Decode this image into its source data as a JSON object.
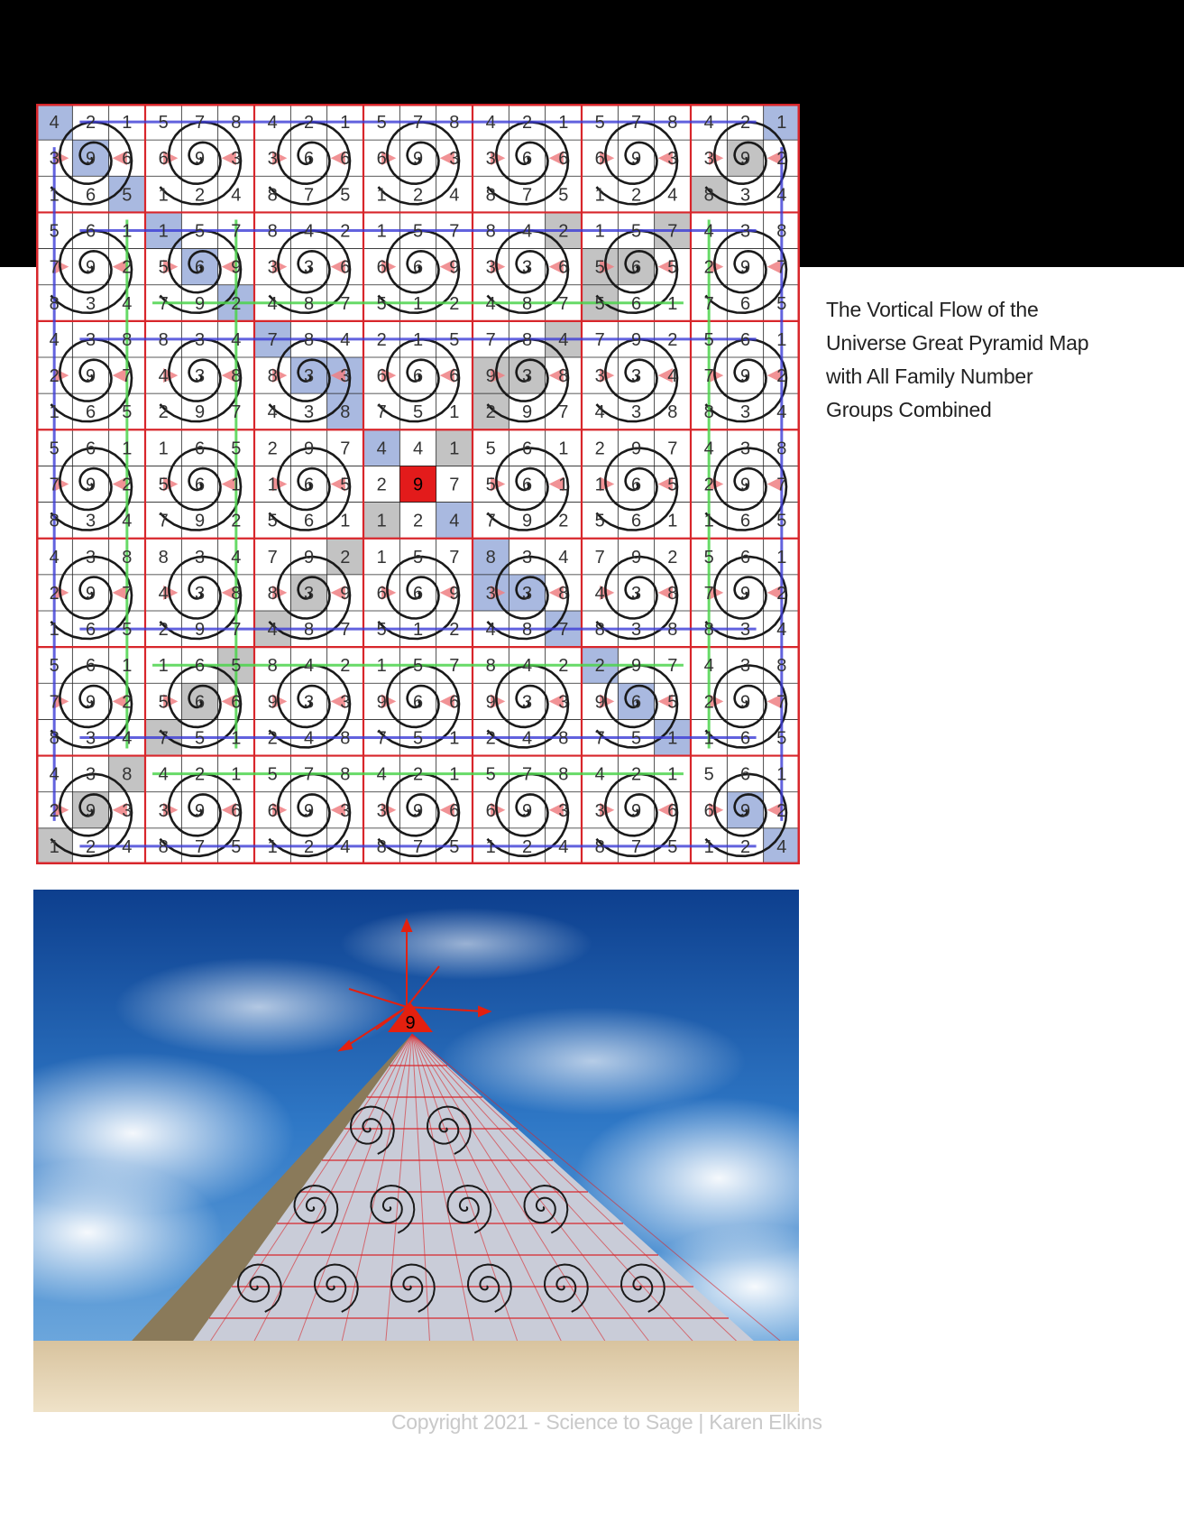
{
  "caption": {
    "lines": [
      "The Vortical Flow of the",
      "Universe Great Pyramid Map",
      "with All Family Number",
      "Groups Combined"
    ]
  },
  "copyright": "Copyright 2021 - Science to Sage | Karen Elkins",
  "grid_map": {
    "size": 21,
    "center_number": "9",
    "cells": [
      [
        "4",
        "2",
        "1",
        "5",
        "7",
        "8",
        "4",
        "2",
        "1",
        "5",
        "7",
        "8",
        "4",
        "2",
        "1",
        "5",
        "7",
        "8",
        "4",
        "2",
        "1"
      ],
      [
        "3",
        "9",
        "6",
        "6",
        "9",
        "3",
        "3",
        "6",
        "6",
        "6",
        "9",
        "3",
        "3",
        "6",
        "6",
        "6",
        "9",
        "3",
        "3",
        "9",
        "2"
      ],
      [
        "1",
        "6",
        "5",
        "1",
        "2",
        "4",
        "8",
        "7",
        "5",
        "1",
        "2",
        "4",
        "8",
        "7",
        "5",
        "1",
        "2",
        "4",
        "8",
        "3",
        "4"
      ],
      [
        "5",
        "6",
        "1",
        "1",
        "5",
        "7",
        "8",
        "4",
        "2",
        "1",
        "5",
        "7",
        "8",
        "4",
        "2",
        "1",
        "5",
        "7",
        "4",
        "3",
        "8"
      ],
      [
        "7",
        "9",
        "2",
        "5",
        "6",
        "9",
        "3",
        "3",
        "6",
        "6",
        "6",
        "9",
        "3",
        "3",
        "6",
        "5",
        "6",
        "5",
        "2",
        "9",
        "7"
      ],
      [
        "8",
        "3",
        "4",
        "7",
        "9",
        "2",
        "4",
        "8",
        "7",
        "5",
        "1",
        "2",
        "4",
        "8",
        "7",
        "5",
        "6",
        "1",
        "7",
        "6",
        "5"
      ],
      [
        "4",
        "3",
        "8",
        "8",
        "3",
        "4",
        "7",
        "8",
        "4",
        "2",
        "1",
        "5",
        "7",
        "8",
        "4",
        "7",
        "9",
        "2",
        "5",
        "6",
        "1"
      ],
      [
        "2",
        "9",
        "7",
        "4",
        "3",
        "8",
        "8",
        "3",
        "3",
        "6",
        "6",
        "6",
        "9",
        "3",
        "8",
        "3",
        "3",
        "4",
        "7",
        "9",
        "2"
      ],
      [
        "1",
        "6",
        "5",
        "2",
        "9",
        "7",
        "4",
        "3",
        "8",
        "7",
        "5",
        "1",
        "2",
        "9",
        "7",
        "4",
        "3",
        "8",
        "8",
        "3",
        "4"
      ],
      [
        "5",
        "6",
        "1",
        "1",
        "6",
        "5",
        "2",
        "9",
        "7",
        "4",
        "4",
        "1",
        "5",
        "6",
        "1",
        "2",
        "9",
        "7",
        "4",
        "3",
        "8"
      ],
      [
        "7",
        "9",
        "2",
        "5",
        "6",
        "1",
        "1",
        "6",
        "5",
        "2",
        "9",
        "7",
        "5",
        "6",
        "1",
        "1",
        "6",
        "5",
        "2",
        "9",
        "7"
      ],
      [
        "8",
        "3",
        "4",
        "7",
        "9",
        "2",
        "5",
        "6",
        "1",
        "1",
        "2",
        "4",
        "7",
        "9",
        "2",
        "5",
        "6",
        "1",
        "1",
        "6",
        "5"
      ],
      [
        "4",
        "3",
        "8",
        "8",
        "3",
        "4",
        "7",
        "9",
        "2",
        "1",
        "5",
        "7",
        "8",
        "3",
        "4",
        "7",
        "9",
        "2",
        "5",
        "6",
        "1"
      ],
      [
        "2",
        "9",
        "7",
        "4",
        "3",
        "8",
        "8",
        "3",
        "9",
        "6",
        "6",
        "9",
        "3",
        "3",
        "8",
        "4",
        "3",
        "8",
        "7",
        "9",
        "2"
      ],
      [
        "1",
        "6",
        "5",
        "2",
        "9",
        "7",
        "4",
        "8",
        "7",
        "5",
        "1",
        "2",
        "4",
        "8",
        "7",
        "8",
        "3",
        "8",
        "8",
        "3",
        "4"
      ],
      [
        "5",
        "6",
        "1",
        "1",
        "6",
        "5",
        "8",
        "4",
        "2",
        "1",
        "5",
        "7",
        "8",
        "4",
        "2",
        "2",
        "9",
        "7",
        "4",
        "3",
        "8"
      ],
      [
        "7",
        "9",
        "2",
        "5",
        "6",
        "6",
        "9",
        "3",
        "3",
        "9",
        "6",
        "6",
        "9",
        "3",
        "3",
        "9",
        "6",
        "5",
        "2",
        "9",
        "7"
      ],
      [
        "8",
        "3",
        "4",
        "7",
        "5",
        "1",
        "2",
        "4",
        "8",
        "7",
        "5",
        "1",
        "2",
        "4",
        "8",
        "7",
        "5",
        "1",
        "1",
        "6",
        "5"
      ],
      [
        "4",
        "3",
        "8",
        "4",
        "2",
        "1",
        "5",
        "7",
        "8",
        "4",
        "2",
        "1",
        "5",
        "7",
        "8",
        "4",
        "2",
        "1",
        "5",
        "6",
        "1"
      ],
      [
        "2",
        "9",
        "3",
        "3",
        "9",
        "6",
        "6",
        "9",
        "3",
        "3",
        "9",
        "6",
        "6",
        "9",
        "3",
        "3",
        "9",
        "6",
        "6",
        "9",
        "2"
      ],
      [
        "1",
        "2",
        "4",
        "8",
        "7",
        "5",
        "1",
        "2",
        "4",
        "8",
        "7",
        "5",
        "1",
        "2",
        "4",
        "8",
        "7",
        "5",
        "1",
        "2",
        "4"
      ]
    ],
    "blue_cells": [
      [
        0,
        0
      ],
      [
        1,
        1
      ],
      [
        2,
        2
      ],
      [
        3,
        3
      ],
      [
        4,
        4
      ],
      [
        5,
        5
      ],
      [
        6,
        6
      ],
      [
        7,
        7
      ],
      [
        8,
        8
      ],
      [
        9,
        9
      ],
      [
        11,
        11
      ],
      [
        12,
        12
      ],
      [
        13,
        13
      ],
      [
        14,
        14
      ],
      [
        15,
        15
      ],
      [
        16,
        16
      ],
      [
        17,
        17
      ],
      [
        19,
        19
      ],
      [
        20,
        20
      ],
      [
        0,
        20
      ],
      [
        13,
        12
      ],
      [
        7,
        8
      ]
    ],
    "gray_cells": [
      [
        20,
        0
      ],
      [
        19,
        1
      ],
      [
        18,
        2
      ],
      [
        17,
        3
      ],
      [
        16,
        4
      ],
      [
        15,
        5
      ],
      [
        14,
        6
      ],
      [
        13,
        7
      ],
      [
        12,
        8
      ],
      [
        11,
        9
      ],
      [
        9,
        11
      ],
      [
        8,
        12
      ],
      [
        7,
        13
      ],
      [
        6,
        14
      ],
      [
        5,
        15
      ],
      [
        4,
        16
      ],
      [
        3,
        17
      ],
      [
        2,
        18
      ],
      [
        1,
        19
      ],
      [
        3,
        14
      ],
      [
        4,
        15
      ],
      [
        7,
        12
      ]
    ],
    "center_color": "#e31b1b"
  },
  "pyramid": {
    "apex_number": "9",
    "apex_color": "#e3200f"
  },
  "colors": {
    "grid_red": "#d8262b",
    "grid_black": "#222222",
    "blue_arrow": "#3b3bd6",
    "green_arrow": "#4cd44c",
    "cell_blue": "#a9b9e0",
    "cell_gray": "#c3c3c3",
    "triangle_pink": "#ef7f82",
    "spiral": "#1a1a1a"
  }
}
